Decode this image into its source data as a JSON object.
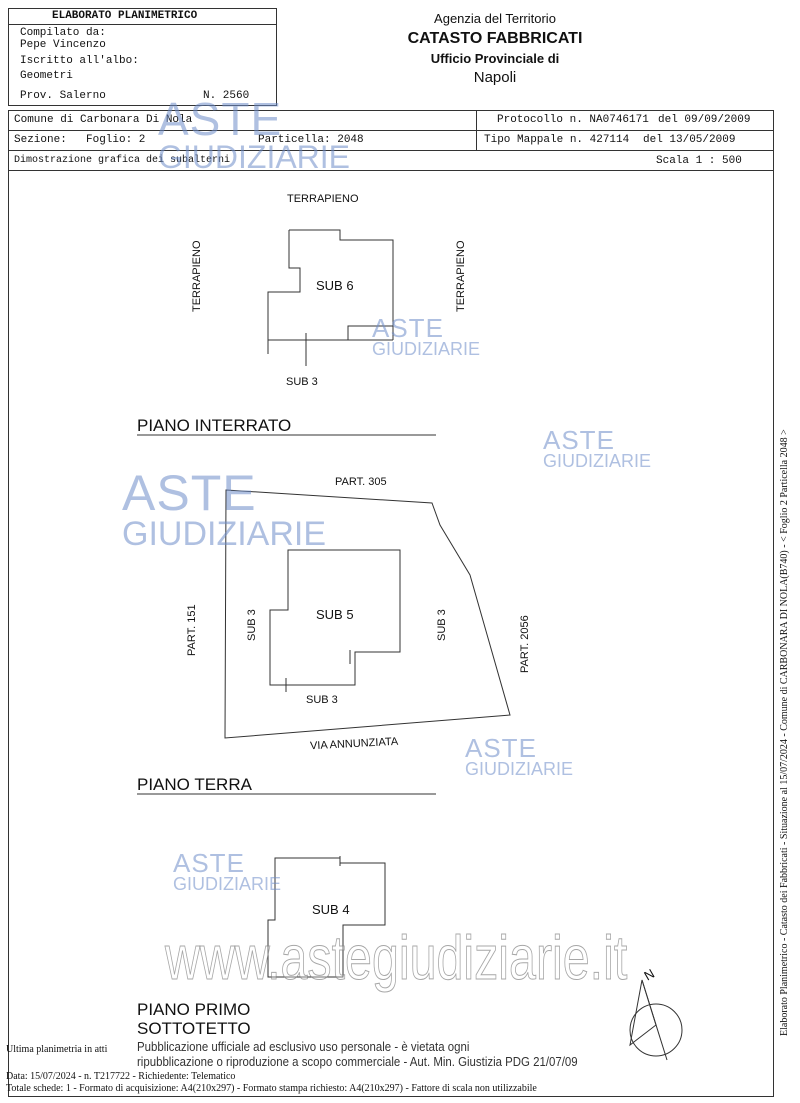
{
  "header": {
    "title": "ELABORATO PLANIMETRICO",
    "compilato_label": "Compilato da:",
    "compilato_name": "Pepe Vincenzo",
    "iscritto_label": "Iscritto all'albo:",
    "albo": "Geometri",
    "prov": "Prov. Salerno",
    "numero": "N.  2560",
    "agency_line1": "Agenzia del Territorio",
    "agency_line2": "CATASTO FABBRICATI",
    "agency_line3": "Ufficio Provinciale di",
    "agency_line4": "Napoli"
  },
  "info": {
    "comune": "Comune di Carbonara Di Nola",
    "sezione": "Sezione:",
    "foglio": "Foglio: 2",
    "particella": "Particella: 2048",
    "protocollo": "Protocollo n. NA0746171",
    "protocollo_del": "del  09/09/2009",
    "tipo_mappale": "Tipo Mappale n. 427114",
    "tipo_del": "del 13/05/2009",
    "dimostrazione": "Dimostrazione grafica dei subalterni",
    "scala": "Scala 1 : 500"
  },
  "plans": {
    "interrato": {
      "heading": "PIANO INTERRATO",
      "top": "TERRAPIENO",
      "left": "TERRAPIENO",
      "right": "TERRAPIENO",
      "sub": "SUB 6",
      "below": "SUB 3"
    },
    "terra": {
      "heading": "PIANO TERRA",
      "top": "PART. 305",
      "left": "PART. 151",
      "right": "PART. 2056",
      "bottom": "VIA ANNUNZIATA",
      "sub": "SUB 5",
      "sub3_left": "SUB 3",
      "sub3_right": "SUB 3",
      "sub3_bottom": "SUB 3"
    },
    "primo": {
      "heading1": "PIANO PRIMO",
      "heading2": "SOTTOTETTO",
      "sub": "SUB 4"
    }
  },
  "compass": {
    "label": "N"
  },
  "footer": {
    "ultima": "Ultima planimetria in atti",
    "data": "Data: 15/07/2024 - n. T217722 - Richiedente: Telematico",
    "totale": "Totale schede: 1 - Formato di acquisizione: A4(210x297)  - Formato stampa richiesto: A4(210x297) - Fattore di scala non utilizzabile",
    "notice1": "Pubblicazione ufficiale ad esclusivo uso personale - è vietata ogni",
    "notice2": "ripubblicazione o riproduzione a scopo commerciale - Aut. Min. Giustizia PDG 21/07/09"
  },
  "side_text": "Elaborato Planimetrico - Catasto dei Fabbricati - Situazione al 15/07/2024 - Comune di CARBONARA DI NOLA(B740) - < Foglio 2 Particella 2048 >",
  "watermark": {
    "line1": "ASTE",
    "line2": "GIUDIZIARIE",
    "url": "www.astegiudiziarie.it",
    "color": "#6e8cc8"
  }
}
